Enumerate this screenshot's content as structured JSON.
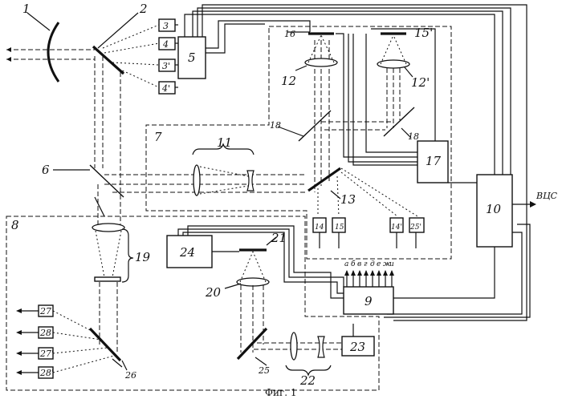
{
  "caption": "Фиг. 1",
  "output_label": "ВЦС",
  "labels": {
    "l1": "1",
    "l2": "2",
    "l3": "3",
    "l4": "4",
    "l3p": "3'",
    "l4p": "4'",
    "l5": "5",
    "l6": "6",
    "l7": "7",
    "l8": "8",
    "l9": "9",
    "l10": "10",
    "l11": "11",
    "l12": "12",
    "l12p": "12'",
    "l13": "13",
    "l14": "14",
    "l14p": "14'",
    "l15": "15",
    "l15p": "15'",
    "l16": "16",
    "l17": "17",
    "l18a": "18",
    "l18b": "18",
    "l19": "19",
    "l20": "20",
    "l21": "21",
    "l22": "22",
    "l23": "23",
    "l24": "24",
    "l25": "25",
    "l26": "26",
    "l27": "27",
    "l27p": "27'",
    "l28": "28",
    "l28p": "28'",
    "l25p": "25'"
  },
  "bus_letters": [
    "а",
    "б",
    "в",
    "г",
    "д",
    "е",
    "ж",
    "и"
  ]
}
